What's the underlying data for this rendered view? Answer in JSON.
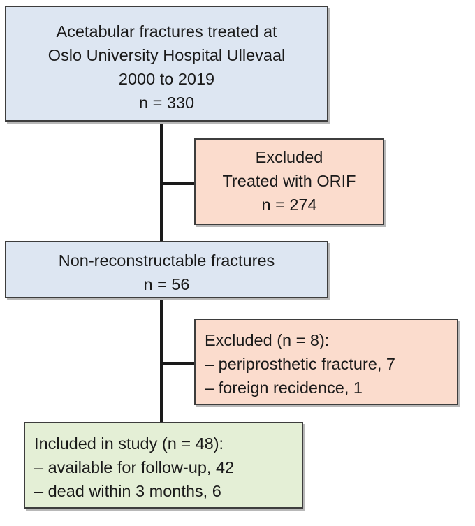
{
  "source_box": {
    "lines": [
      "Acetabular fractures treated at",
      "Oslo University Hospital Ullevaal",
      "2000 to 2019",
      "n = 330"
    ]
  },
  "excluded_orif_box": {
    "lines": [
      "Excluded",
      "Treated with ORIF",
      "n = 274"
    ]
  },
  "nonreconstructable_box": {
    "lines": [
      "Non-reconstructable fractures",
      "n = 56"
    ]
  },
  "excluded_other_box": {
    "lines": [
      "Excluded (n = 8):",
      "– periprosthetic fracture, 7",
      "– foreign recidence, 1"
    ]
  },
  "included_box": {
    "lines": [
      "Included in study (n = 48):",
      "– available for follow-up, 42",
      "– dead within 3 months, 6"
    ]
  },
  "colors": {
    "primary_box": "#dde6f2",
    "excluded_box": "#fbdccd",
    "included_box": "#e4efd6",
    "connector": "#1a1a1a"
  }
}
